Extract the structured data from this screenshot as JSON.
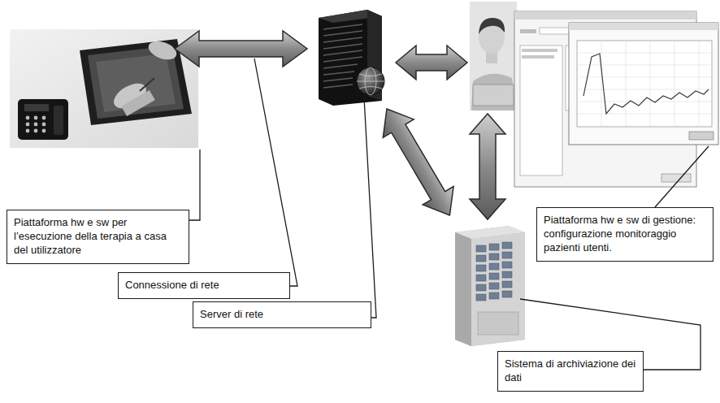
{
  "diagram": {
    "nodes": [
      {
        "text": [
          "Piattaforma hw e sw per l’esecuzione della terapia a casa del utilizzatore"
        ]
      },
      {
        "text": [
          "Connessione di rete"
        ]
      },
      {
        "text": [
          "Server di rete"
        ]
      },
      {
        "text": [
          "Piattaforma hw e sw di gestione: configurazione monitoraggio pazienti utenti."
        ]
      },
      {
        "text": [
          "Sistema di archiviazione dei dati"
        ]
      }
    ]
  }
}
